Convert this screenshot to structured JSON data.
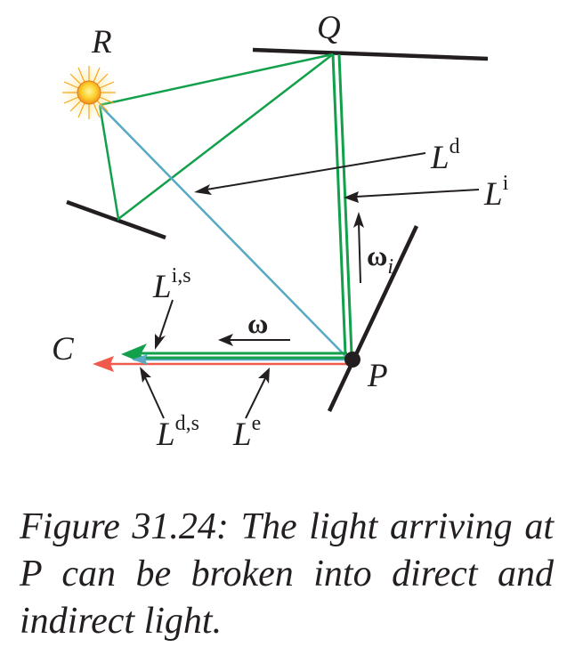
{
  "labels": {
    "R": "R",
    "Q": "Q",
    "P": "P",
    "C": "C",
    "Ld": {
      "base": "L",
      "sup": "d"
    },
    "Li": {
      "base": "L",
      "sup": "i"
    },
    "Lis": {
      "base": "L",
      "sup": "i,s"
    },
    "Lds": {
      "base": "L",
      "sup": "d,s"
    },
    "Le": {
      "base": "L",
      "sup": "e"
    },
    "omega": "ω",
    "omega_i": {
      "base": "ω",
      "sub": "i"
    }
  },
  "colors": {
    "green": "#12a04b",
    "blue": "#58a9c3",
    "red": "#ef5a4c",
    "black": "#231f20",
    "sun": "#f9a51a"
  },
  "icons": {
    "light_source": "sun-icon",
    "point": "dot-icon"
  },
  "caption": "Figure 31.24: The light arriving at P can be broken into direct and indirect light."
}
